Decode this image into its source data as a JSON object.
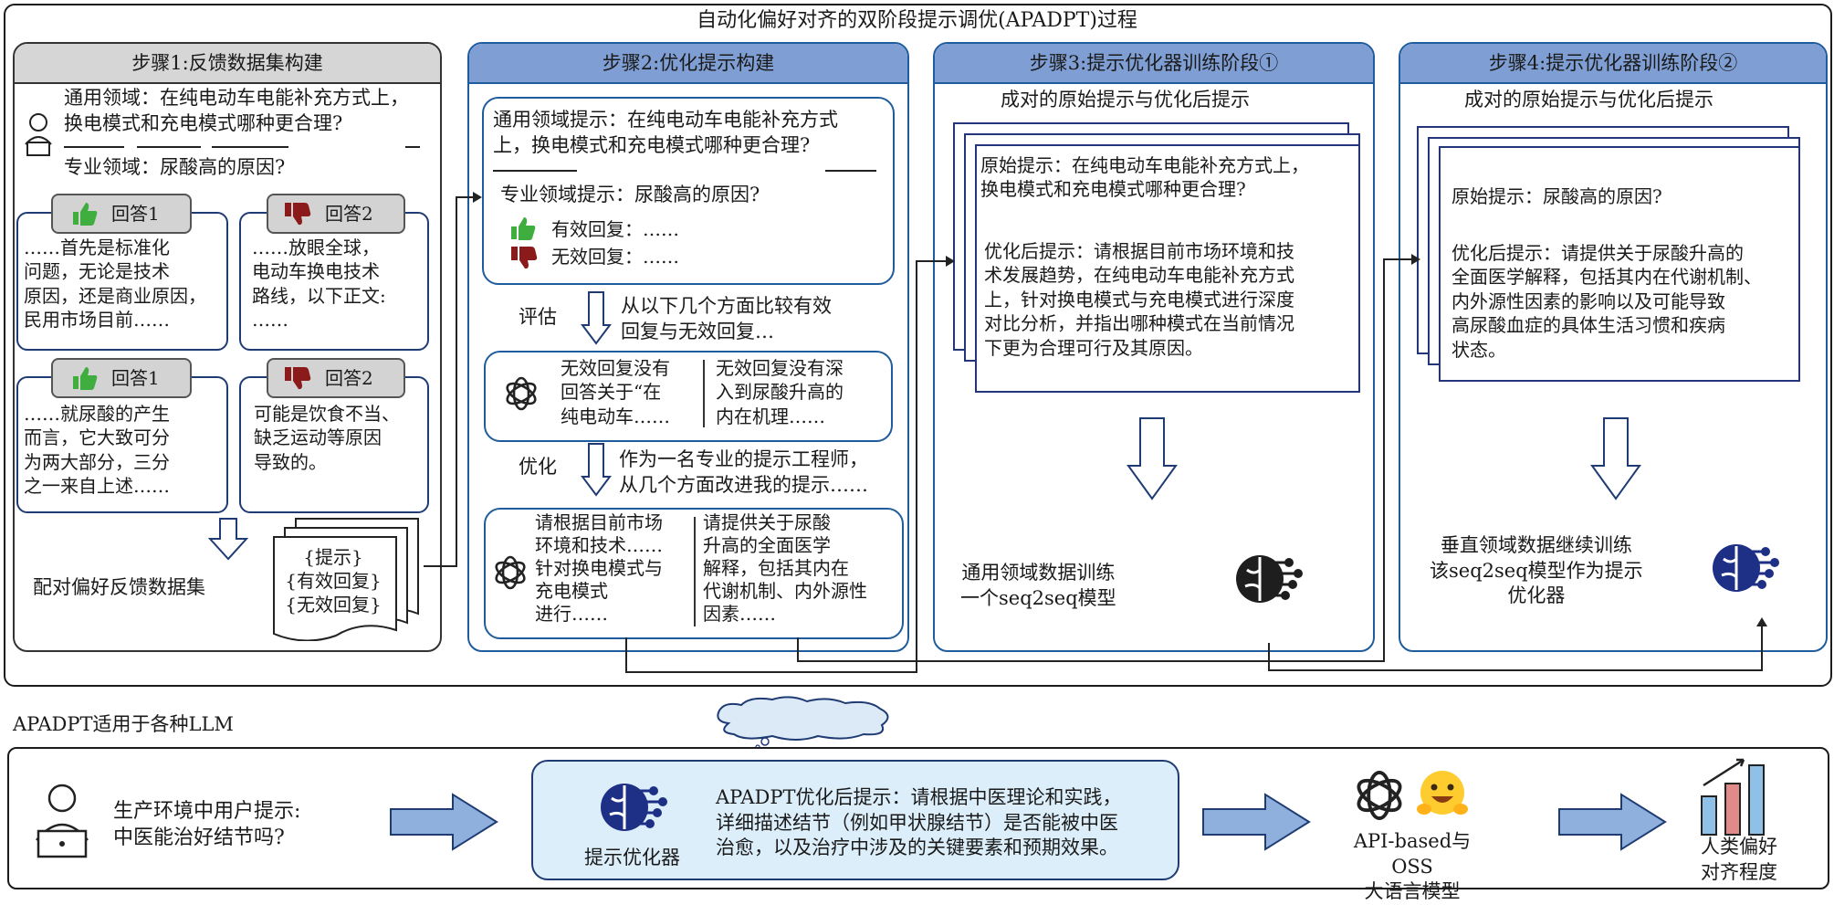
{
  "title": "自动化偏好对齐的双阶段提示调优(APADPT)过程",
  "step1": {
    "header": "步骤1:反馈数据集构建",
    "q_general": "通用领域：在纯电动车电能补充方式上，\n换电模式和充电模式哪种更合理?",
    "q_special": "专业领域：尿酸高的原因?",
    "ans_pos_label": "回答1",
    "ans_neg_label": "回答2",
    "ans1_text": "……首先是标准化\n问题，无论是技术\n原因，还是商业原因，\n民用市场目前……",
    "ans2_text": "……放眼全球，\n电动车换电技术\n路线，以下正文:\n……",
    "ans3_text": "……就尿酸的产生\n而言，它大致可分\n为两大部分，三分\n之一来自上述……",
    "ans4_text": "可能是饮食不当、\n缺乏运动等原因\n导致的。",
    "dataset_label": "配对偏好反馈数据集",
    "doc_text": "{提示}\n{有效回复}\n{无效回复}"
  },
  "step2": {
    "header": "步骤2:优化提示构建",
    "prompt_general": "通用领域提示：在纯电动车电能补充方式\n上，换电模式和充电模式哪种更合理?",
    "prompt_special": "专业领域提示：尿酸高的原因?",
    "valid_reply": "有效回复：……",
    "invalid_reply": "无效回复：……",
    "eval_label": "评估",
    "eval_text": "从以下几个方面比较有效\n回复与无效回复…",
    "critique_left": "无效回复没有\n回答关于“在\n纯电动车……",
    "critique_right": "无效回复没有深\n入到尿酸升高的\n内在机理……",
    "opt_label": "优化",
    "opt_text": "作为一名专业的提示工程师，\n从几个方面改进我的提示……",
    "optimized_left": "请根据目前市场\n环境和技术……\n针对换电模式与\n充电模式\n进行……",
    "optimized_right": "请提供关于尿酸\n升高的全面医学\n解释，包括其内在\n代谢机制、内外源性\n因素……"
  },
  "step3": {
    "header": "步骤3:提示优化器训练阶段①",
    "subtitle": "成对的原始提示与优化后提示",
    "original": "原始提示：在纯电动车电能补充方式上，\n换电模式和充电模式哪种更合理?",
    "optimized": "优化后提示：请根据目前市场环境和技\n术发展趋势，在纯电动车电能补充方式\n上，针对换电模式与充电模式进行深度\n对比分析，并指出哪种模式在当前情况\n下更为合理可行及其原因。",
    "train_text": "通用领域数据训练\n一个seq2seq模型"
  },
  "step4": {
    "header": "步骤4:提示优化器训练阶段②",
    "subtitle": "成对的原始提示与优化后提示",
    "original": "原始提示：尿酸高的原因?",
    "optimized": "优化后提示：请提供关于尿酸升高的\n全面医学解释，包括其内在代谢机制、\n内外源性因素的影响以及可能导致\n高尿酸血症的具体生活习惯和疾病\n状态。",
    "train_text": "垂直领域数据继续训练\n该seq2seq模型作为提示\n优化器"
  },
  "bottom": {
    "caption": "APADPT适用于各种LLM",
    "user_prompt": "生产环境中用户提示:\n中医能治好结节吗?",
    "optimizer_label": "提示优化器",
    "optimized_prompt": "APADPT优化后提示：请根据中医理论和实践，\n详细描述结节（例如甲状腺结节）是否能被中医\n治愈，以及治疗中涉及的关键要素和预期效果。",
    "llm_label": "API-based与OSS\n大语言模型",
    "metric_label": "人类偏好\n对齐程度"
  },
  "colors": {
    "header_blue": "#7f9fd4",
    "header_gray": "#d6d6d6",
    "thumb_up": "#3fae3f",
    "thumb_down": "#8b1a1a",
    "arrow_fill": "#8fb0dc",
    "brain": "#1e2f86",
    "highlight_bg": "#dceefa"
  },
  "icons": [
    "user-icon",
    "thumbs-up-icon",
    "thumbs-down-icon",
    "openai-icon",
    "brain-icon",
    "cloud-icon",
    "arrow-down-icon",
    "arrow-right-icon",
    "huggingface-icon",
    "bar-chart-icon",
    "document-stack-icon"
  ]
}
